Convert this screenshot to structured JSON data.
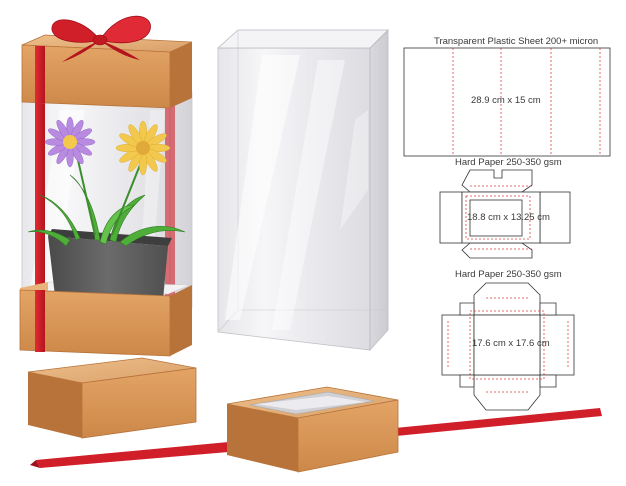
{
  "labels": {
    "plastic_sheet": "Transparent Plastic Sheet 200+ micron",
    "plastic_dims": "28.9 cm x 15 cm",
    "hard_paper_1": "Hard Paper 250-350 gsm",
    "lid_dims": "18.8 cm x 13.25 cm",
    "hard_paper_2": "Hard Paper 250-350 gsm",
    "base_dims": "17.6 cm x 17.6 cm"
  },
  "colors": {
    "kraft": "#d9995a",
    "kraft_dark": "#b8733a",
    "kraft_light": "#e8b47c",
    "ribbon": "#d11f2a",
    "pot": "#5f5f5f",
    "leaf": "#4fae3a",
    "daisy_purple": "#b88ae0",
    "daisy_yellow": "#f2c94c",
    "dieline": "#333333",
    "fold": "#d94040"
  },
  "icons": [
    "bow-icon",
    "daisy-flower-icon",
    "flower-pot-icon"
  ]
}
